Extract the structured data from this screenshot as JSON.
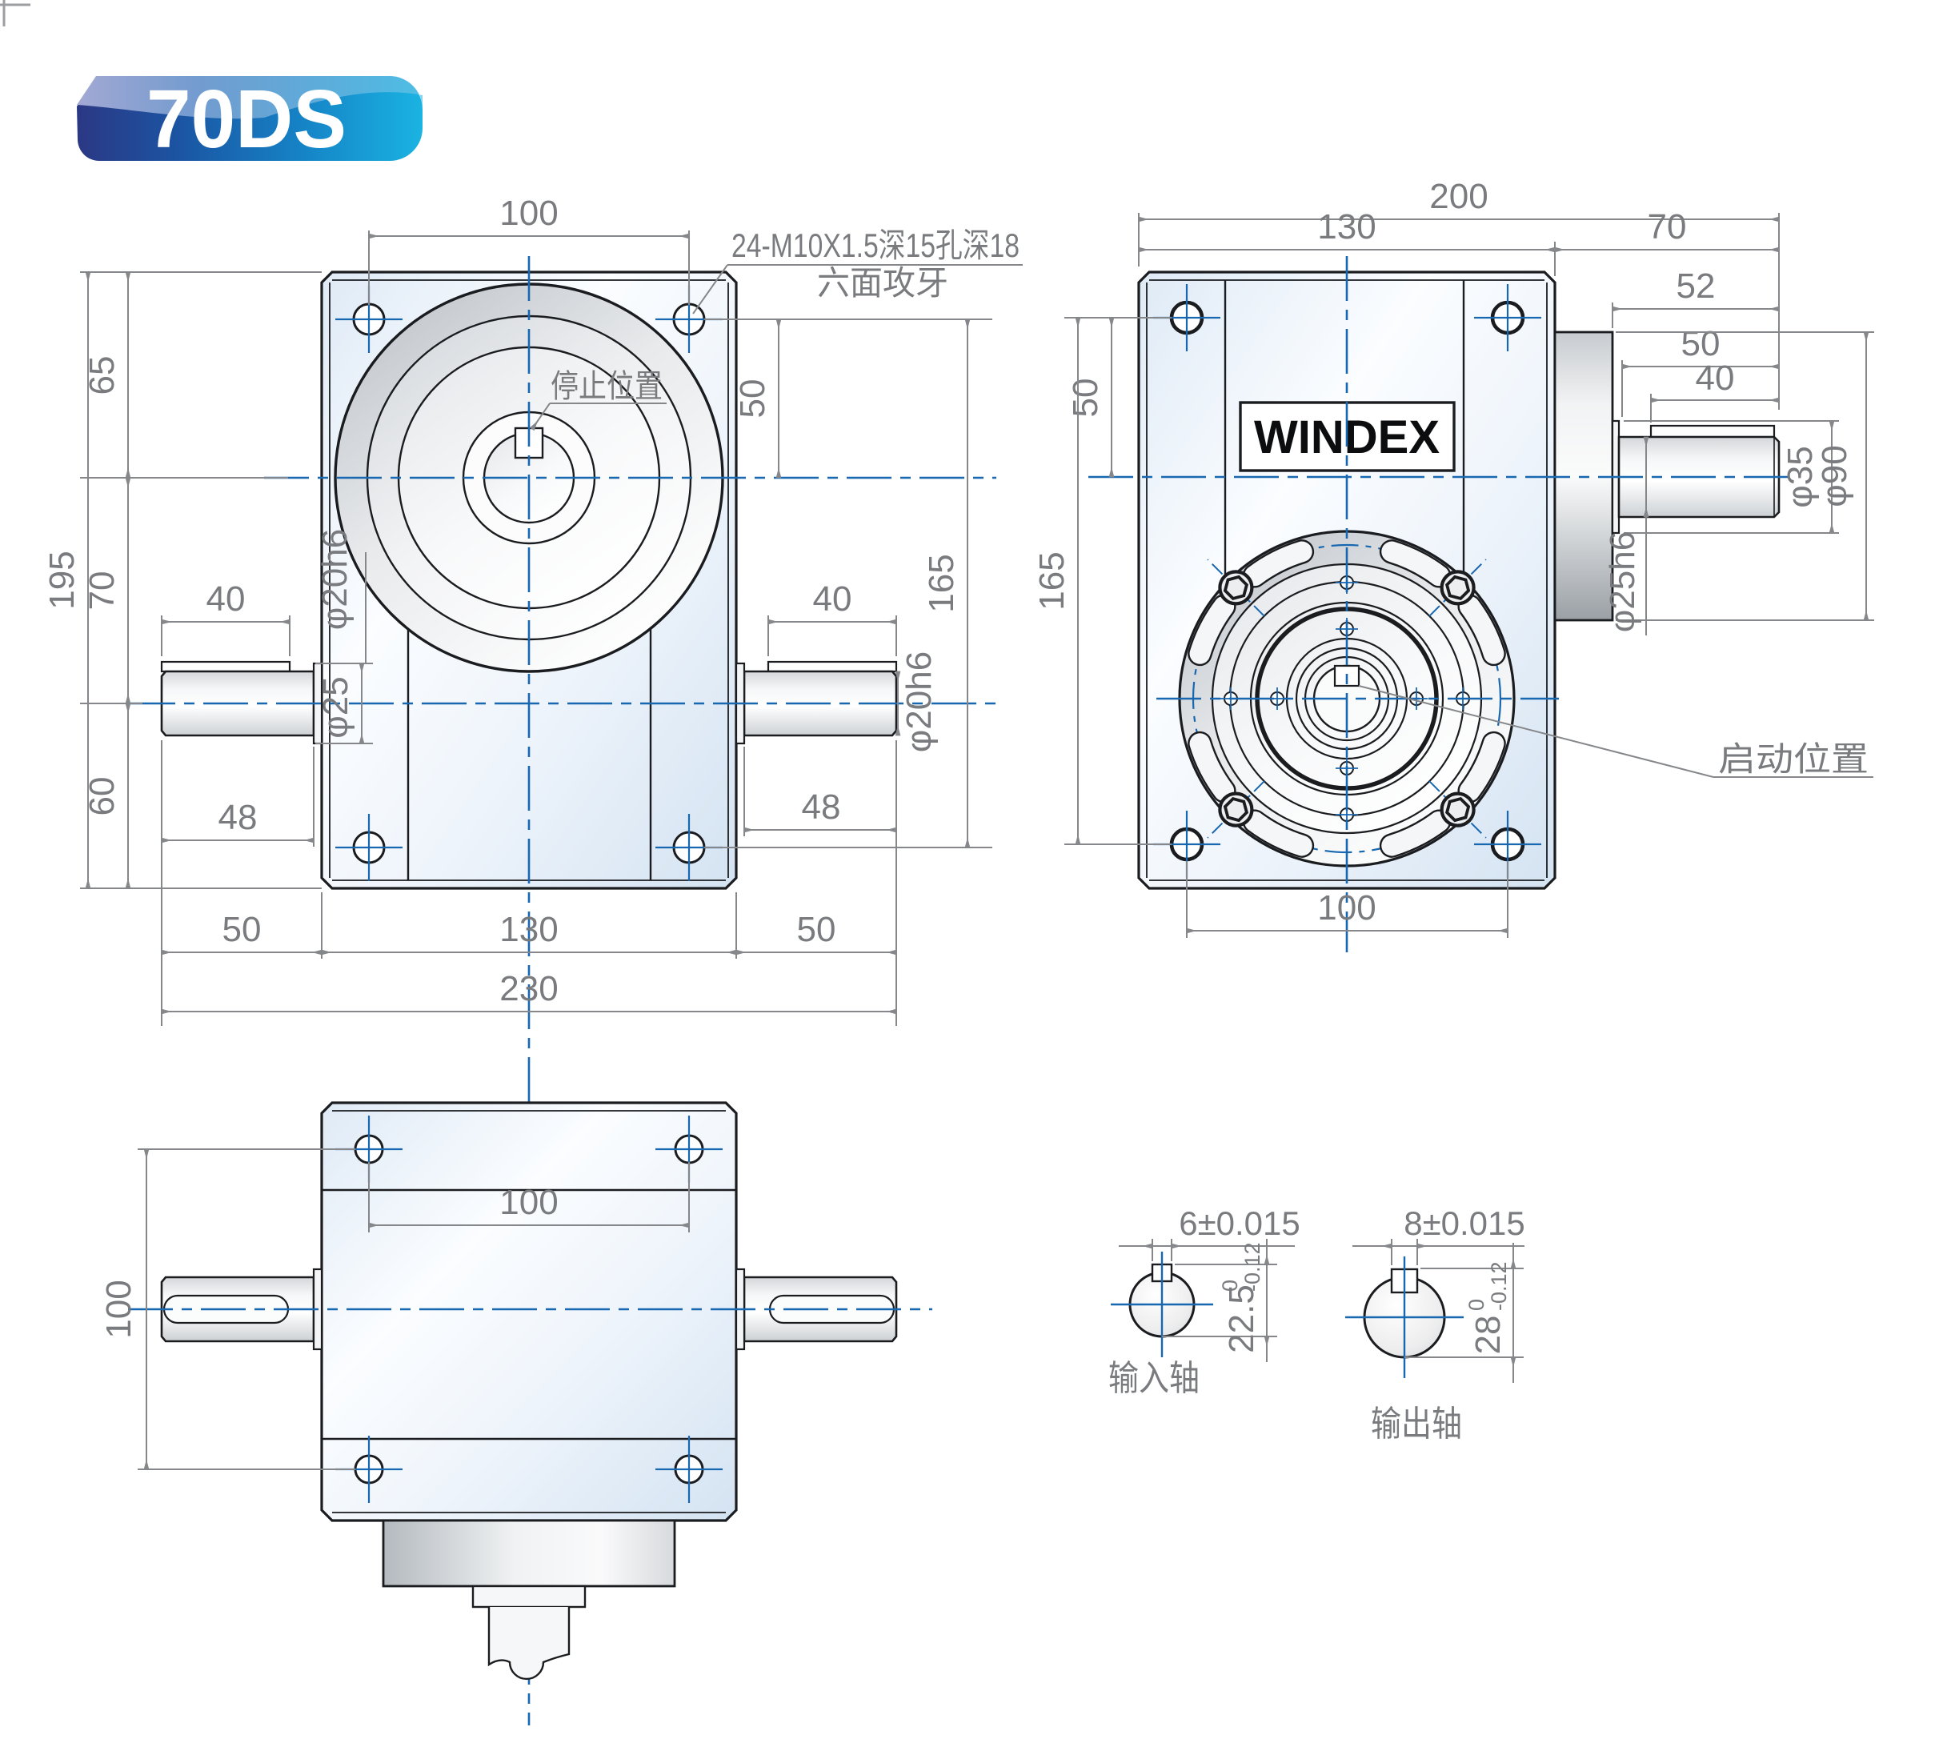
{
  "badge": {
    "label": "70DS"
  },
  "brand": {
    "label": "WINDEX"
  },
  "colors": {
    "outline": "#1a1c1f",
    "dimension_lines": "#85878a",
    "dimension_text": "#797b7e",
    "centerline_blue": "#1767b1",
    "badge_left": "#2c3a87",
    "badge_right": "#17aede"
  },
  "front": {
    "tap_note_line1": "24-M10X1.5深15孔深18",
    "tap_note_line2": "六面攻牙",
    "stop_label": "停止位置",
    "dims": {
      "top_hole_spacing": "100",
      "overall_height": "195",
      "edge_to_flange_axis": "65",
      "flange_to_shaft_axis": "70",
      "shaft_axis_to_base": "60",
      "left_key_length": "40",
      "left_shaft_dia": "φ20h6",
      "collar_dia": "φ25",
      "left_shaft_length": "48",
      "hole_to_axis": "50",
      "hole_span_height": "165",
      "right_key_length": "40",
      "right_shaft_length": "48",
      "right_shaft_dia": "φ20h6",
      "base_left": "50",
      "base_width": "130",
      "base_right": "50",
      "overall_width": "230"
    }
  },
  "side": {
    "start_label": "启动位置",
    "dims": {
      "overall_length": "200",
      "body_width": "130",
      "boss_length": "70",
      "shaft_assembly_length": "52",
      "shaft_length": "50",
      "key_length": "40",
      "collar_dia": "φ35",
      "boss_dia": "φ90",
      "shaft_dia": "φ25h6",
      "hole_to_axis": "50",
      "hole_span_height": "165",
      "hole_spacing": "100"
    }
  },
  "plan": {
    "dims": {
      "hole_spacing_x": "100",
      "hole_spacing_y": "100"
    }
  },
  "sections": {
    "input": {
      "label": "输入轴",
      "keyway_width": "6±0.015",
      "keyway_depth": "22.5",
      "tol_upper": "0",
      "tol_lower": "-0.12"
    },
    "output": {
      "label": "输出轴",
      "keyway_width": "8±0.015",
      "keyway_depth": "28",
      "tol_upper": "0",
      "tol_lower": "-0.12"
    }
  }
}
